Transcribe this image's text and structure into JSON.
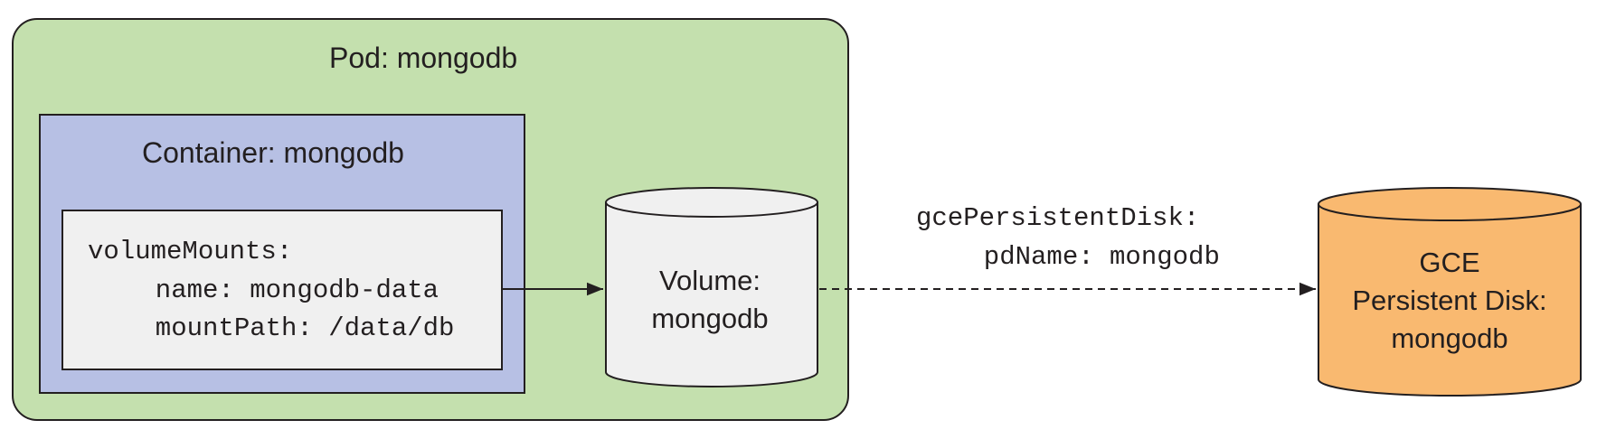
{
  "pod": {
    "label": "Pod: mongodb"
  },
  "container": {
    "label": "Container: mongodb"
  },
  "volume_mounts": {
    "heading": "volumeMounts:",
    "name_line": "  name: mongodb-data",
    "path_line": "  mountPath: /data/db"
  },
  "volume": {
    "line1": "Volume:",
    "line2": "mongodb"
  },
  "disk_config": {
    "line1": "gcePersistentDisk:",
    "line2": "  pdName: mongodb"
  },
  "gce_disk": {
    "line1": "GCE",
    "line2": "Persistent Disk:",
    "line3": "mongodb"
  },
  "colors": {
    "pod_fill": "#c4e0ae",
    "container_fill": "#b7c0e4",
    "mounts_fill": "#f0f0f0",
    "volume_fill": "#f0f0f0",
    "gce_fill": "#f9b970",
    "stroke": "#231f20"
  }
}
